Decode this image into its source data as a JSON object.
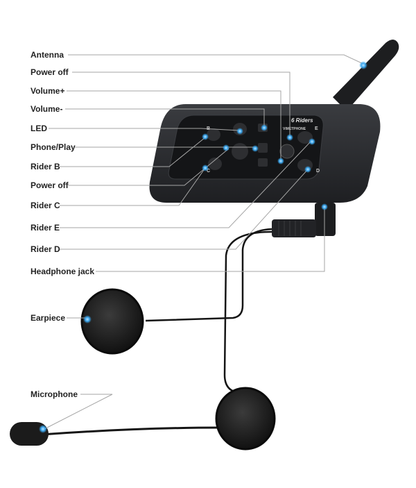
{
  "labels": {
    "antenna": "Antenna",
    "power_off_1": "Power off",
    "volume_up": "Volume+",
    "volume_down": "Volume-",
    "led": "LED",
    "phone_play": "Phone/Play",
    "rider_b": "Rider B",
    "power_off_2": "Power off",
    "rider_c": "Rider C",
    "rider_e": "Rider E",
    "rider_d": "Rider D",
    "headphone_jack": "Headphone jack",
    "earpiece": "Earpiece",
    "microphone": "Microphone"
  },
  "device": {
    "brand_line1": "6 Riders",
    "brand_line2": "VIMETPHONE",
    "key_b": "B",
    "key_c": "C",
    "key_d": "D",
    "key_e": "E"
  },
  "colors": {
    "led_dot": "#3aa6ee",
    "leader_line": "#9a9a9a",
    "device_body": "#2a2b2e"
  }
}
